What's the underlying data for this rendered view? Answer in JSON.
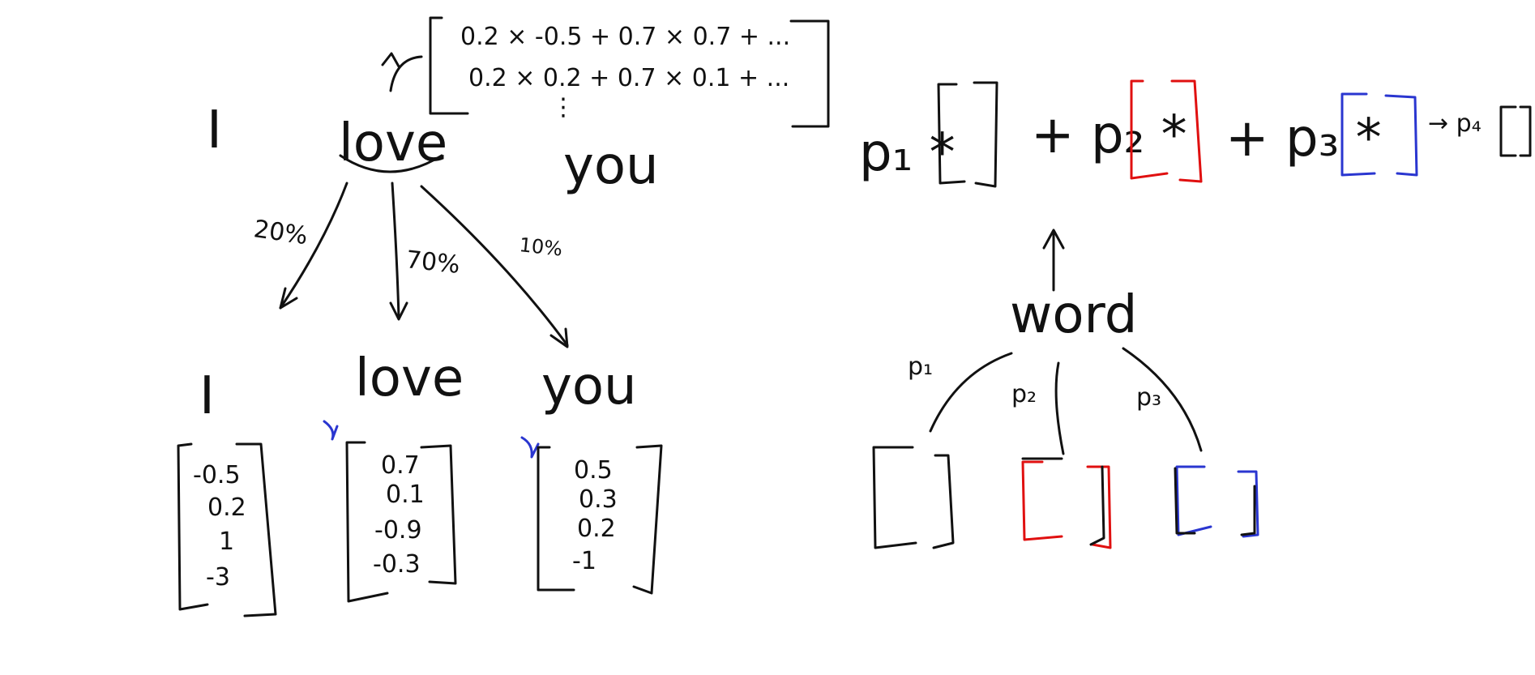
{
  "left": {
    "sentence": {
      "w1": "I",
      "w2": "love",
      "w3": "you"
    },
    "percents": {
      "i": "20%",
      "love": "70%",
      "you": "10%"
    },
    "targets": {
      "w1": "I",
      "w2": "love",
      "w3": "you"
    },
    "vectors": {
      "i": [
        "-0.5",
        "0.2",
        "1",
        "-3"
      ],
      "love": [
        "0.7",
        "0.1",
        "-0.9",
        "-0.3"
      ],
      "you": [
        "0.5",
        "0.3",
        "0.2",
        "-1"
      ]
    },
    "result": {
      "row1": "0.2 × -0.5 + 0.7 × 0.7 + ...",
      "row2": "0.2 × 0.2 + 0.7 × 0.1 + ...",
      "row3": "⋮"
    }
  },
  "right": {
    "equation": {
      "t1": "p₁ *",
      "t2": "+ p₂ *",
      "t3": "+ p₃ *",
      "t4": "→ p₄"
    },
    "word": "word",
    "branches": {
      "b1": "p₁",
      "b2": "p₂",
      "b3": "p₃"
    },
    "colors": {
      "black": "#111111",
      "red": "#e01010",
      "blue": "#2a36d0"
    }
  }
}
